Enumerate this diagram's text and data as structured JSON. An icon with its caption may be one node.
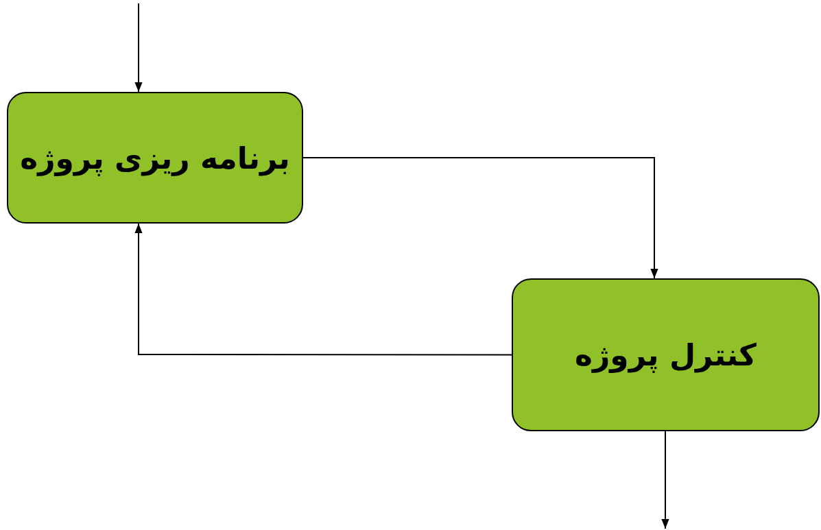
{
  "diagram": {
    "nodes": [
      {
        "text": [
          "برنامه ریزی پروژه"
        ]
      },
      {
        "text": [
          "کنترل پروژه"
        ]
      }
    ],
    "edges": [
      {
        "from": null,
        "to": 0,
        "arrow": "to"
      },
      {
        "from": 0,
        "to": 1,
        "arrow": "to"
      },
      {
        "from": 1,
        "to": 0,
        "arrow": "to"
      },
      {
        "from": 1,
        "to": null,
        "arrow": "to"
      }
    ]
  }
}
